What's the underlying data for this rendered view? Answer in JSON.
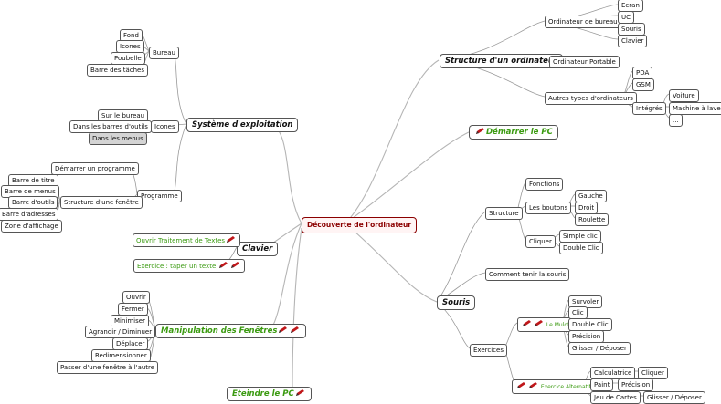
{
  "center": "Découverte de l'ordinateur",
  "branches": {
    "structure": {
      "label": "Structure d'un ordinateur",
      "bureau": {
        "label": "Ordinateur de bureau",
        "items": [
          "Ecran",
          "UC",
          "Souris",
          "Clavier"
        ]
      },
      "portable": "Ordinateur Portable",
      "autres": {
        "label": "Autres types d'ordinateurs",
        "items": [
          "PDA",
          "GSM"
        ],
        "integres": {
          "label": "Intégrés",
          "items": [
            "Voiture",
            "Machine à laver",
            "..."
          ]
        }
      }
    },
    "demarrer": {
      "label": "Démarrer le PC"
    },
    "souris": {
      "label": "Souris",
      "structure": {
        "label": "Structure",
        "fonctions": "Fonctions",
        "boutons": {
          "label": "Les boutons",
          "items": [
            "Gauche",
            "Droit",
            "Roulette"
          ]
        },
        "cliquer": {
          "label": "Cliquer",
          "items": [
            "Simple clic",
            "Double Clic"
          ]
        }
      },
      "tenir": "Comment tenir la souris",
      "exercices": {
        "label": "Exercices",
        "mulot": {
          "label": "Le Mulot",
          "items": [
            "Survoler",
            "Clic",
            "Double Clic",
            "Précision",
            "Glisser / Déposer"
          ]
        },
        "alternatif": {
          "label": "Exercice Alternatif",
          "calculatrice": "Calculatrice",
          "calculatrice_child": "Cliquer",
          "paint": "Paint",
          "paint_child": "Précision",
          "cartes": "Jeu de Cartes",
          "cartes_child": "Glisser / Déposer"
        }
      }
    },
    "systeme": {
      "label": "Système d'exploitation",
      "bureau": {
        "label": "Bureau",
        "items": [
          "Fond",
          "Icones",
          "Poubelle",
          "Barre des tâches"
        ]
      },
      "icones": {
        "label": "Icones",
        "items": [
          "Sur le bureau",
          "Dans les barres d'outils",
          "Dans les menus"
        ]
      },
      "programme": {
        "label": "Programme",
        "demarrer": "Démarrer un programme",
        "fenetre": {
          "label": "Structure d'une fenêtre",
          "items": [
            "Barre de titre",
            "Barre de menus",
            "Barre d'outils",
            "Barre d'adresses",
            "Zone d'affichage"
          ]
        }
      }
    },
    "clavier": {
      "label": "Clavier",
      "items": [
        "Ouvrir Traitement de Textes",
        "Exercice : taper un texte"
      ]
    },
    "fenetres": {
      "label": "Manipulation des Fenêtres",
      "items": [
        "Ouvrir",
        "Fermer",
        "Minimiser",
        "Agrandir / Diminuer",
        "Déplacer",
        "Redimensionner",
        "Passer d'une fenêtre à l'autre"
      ]
    },
    "eteindre": {
      "label": "Eteindre le PC"
    }
  },
  "colors": {
    "green": "#3a9a10",
    "center": "#8b0000",
    "edge": "#9a9a9a",
    "gray_node": "#d4d4d4"
  }
}
